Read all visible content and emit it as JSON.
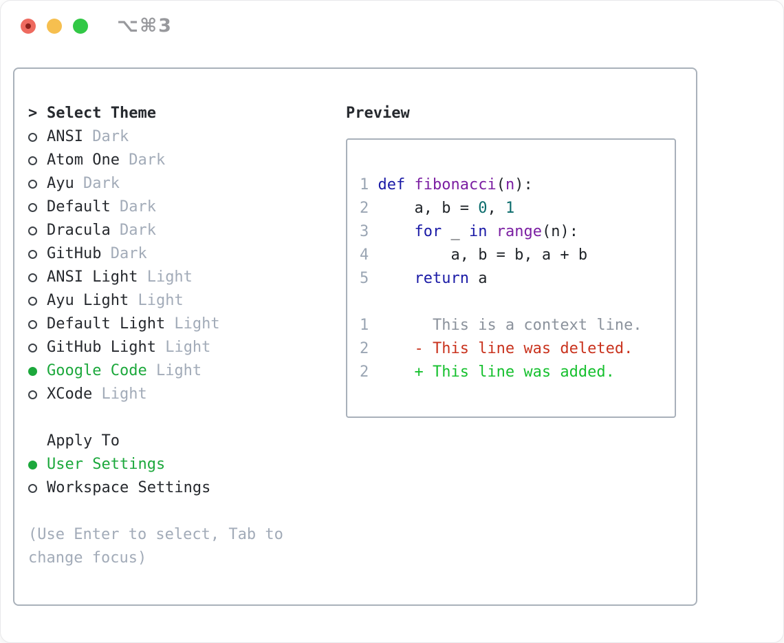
{
  "window": {
    "title": "⌥⌘3",
    "traffic_lights": [
      {
        "name": "close-button",
        "color": "#ee6a5f",
        "inner_dot": "#8c211b"
      },
      {
        "name": "minimize-button",
        "color": "#f6bf4f",
        "inner_dot": null
      },
      {
        "name": "maximize-button",
        "color": "#32c846",
        "inner_dot": null
      }
    ]
  },
  "colors": {
    "accent_green": "#1ca83c",
    "text_dark": "#26292e",
    "text_muted": "#a2abb8",
    "panel_border": "#a9b1ba",
    "preview_border": "#a8b0ba"
  },
  "theme_selector": {
    "header_prefix": ">",
    "header": "Select Theme",
    "items": [
      {
        "name": "ANSI",
        "variant": "Dark",
        "selected": false
      },
      {
        "name": "Atom One",
        "variant": "Dark",
        "selected": false
      },
      {
        "name": "Ayu",
        "variant": "Dark",
        "selected": false
      },
      {
        "name": "Default",
        "variant": "Dark",
        "selected": false
      },
      {
        "name": "Dracula",
        "variant": "Dark",
        "selected": false
      },
      {
        "name": "GitHub",
        "variant": "Dark",
        "selected": false
      },
      {
        "name": "ANSI Light",
        "variant": "Light",
        "selected": false
      },
      {
        "name": "Ayu Light",
        "variant": "Light",
        "selected": false
      },
      {
        "name": "Default Light",
        "variant": "Light",
        "selected": false
      },
      {
        "name": "GitHub Light",
        "variant": "Light",
        "selected": false
      },
      {
        "name": "Google Code",
        "variant": "Light",
        "selected": true
      },
      {
        "name": "XCode",
        "variant": "Light",
        "selected": false
      }
    ],
    "apply_to": {
      "label": "Apply To",
      "options": [
        {
          "name": "User Settings",
          "selected": true
        },
        {
          "name": "Workspace Settings",
          "selected": false
        }
      ]
    },
    "help_text": "(Use Enter to select, Tab to change focus)"
  },
  "preview": {
    "header": "Preview",
    "syntax_colors": {
      "keyword": "#1a1aa6",
      "name": "#7b1fa2",
      "number": "#0a6b6b",
      "plain": "#1f2328",
      "context": "#8b929c",
      "deleted": "#c9331e",
      "added": "#16c02e",
      "line_number": "#9aa5b3"
    },
    "lines": [
      {
        "num": "1",
        "segments": [
          {
            "text": "def",
            "type": "keyword"
          },
          {
            "text": " ",
            "type": "plain"
          },
          {
            "text": "fibonacci",
            "type": "name"
          },
          {
            "text": "(",
            "type": "plain"
          },
          {
            "text": "n",
            "type": "name"
          },
          {
            "text": "):",
            "type": "plain"
          }
        ]
      },
      {
        "num": "2",
        "segments": [
          {
            "text": "    a, b = ",
            "type": "plain"
          },
          {
            "text": "0",
            "type": "number"
          },
          {
            "text": ", ",
            "type": "plain"
          },
          {
            "text": "1",
            "type": "number"
          }
        ]
      },
      {
        "num": "3",
        "segments": [
          {
            "text": "    ",
            "type": "plain"
          },
          {
            "text": "for",
            "type": "keyword"
          },
          {
            "text": " _ ",
            "type": "plain"
          },
          {
            "text": "in",
            "type": "keyword"
          },
          {
            "text": " ",
            "type": "plain"
          },
          {
            "text": "range",
            "type": "name"
          },
          {
            "text": "(n):",
            "type": "plain"
          }
        ]
      },
      {
        "num": "4",
        "segments": [
          {
            "text": "        a, b = b, a + b",
            "type": "plain"
          }
        ]
      },
      {
        "num": "5",
        "segments": [
          {
            "text": "    ",
            "type": "plain"
          },
          {
            "text": "return",
            "type": "keyword"
          },
          {
            "text": " a",
            "type": "plain"
          }
        ]
      },
      {
        "num": "",
        "segments": []
      },
      {
        "num": "1",
        "segments": [
          {
            "text": "      This is a context line.",
            "type": "context"
          }
        ]
      },
      {
        "num": "2",
        "segments": [
          {
            "text": "    - This line was deleted.",
            "type": "deleted"
          }
        ]
      },
      {
        "num": "2",
        "segments": [
          {
            "text": "    + This line was added.",
            "type": "added"
          }
        ]
      }
    ]
  }
}
